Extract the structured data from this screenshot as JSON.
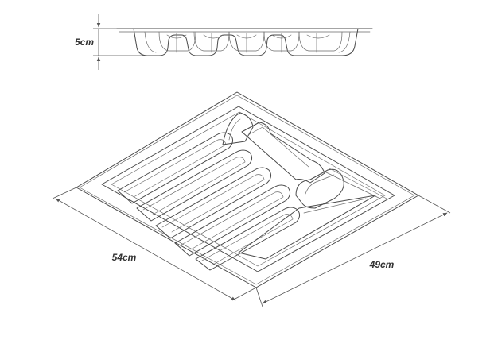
{
  "dimensions": {
    "height": "5cm",
    "length": "54cm",
    "width": "49cm"
  },
  "colors": {
    "background": "#ffffff",
    "line": "#4a4a4a",
    "text": "#333333"
  }
}
